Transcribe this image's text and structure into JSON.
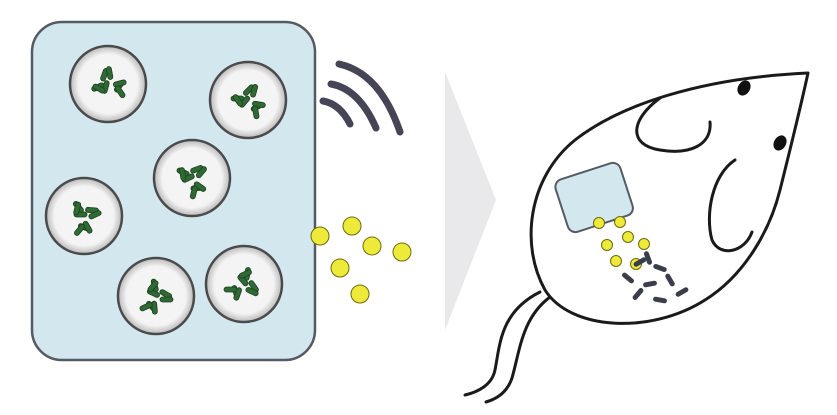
{
  "colors": {
    "background": "#ffffff",
    "patch_fill": "#d2e7ee",
    "patch_stroke": "#555a63",
    "bead_outer": "#4a4a4a",
    "bead_center": "#f4f4f4",
    "bead_edge": "#b9b9b9",
    "bacteria": "#2f6a35",
    "bacteria_outline": "#1d3f20",
    "signal_waves": "#454556",
    "molecules": "#eeea3a",
    "molecules_outline": "#6b6a10",
    "arrow": "#e9e9eb",
    "mouse_stroke": "#1a1a1a",
    "mouse_fill": "#ffffff",
    "gut_bacteria": "#3a3d4a",
    "eye": "#111111"
  },
  "icons": [
    "encapsulated-bacteria-patch",
    "wireless-signal-icon",
    "secreted-molecules",
    "process-arrow",
    "mouse-with-implanted-patch",
    "gut-bacteria-cluster"
  ]
}
